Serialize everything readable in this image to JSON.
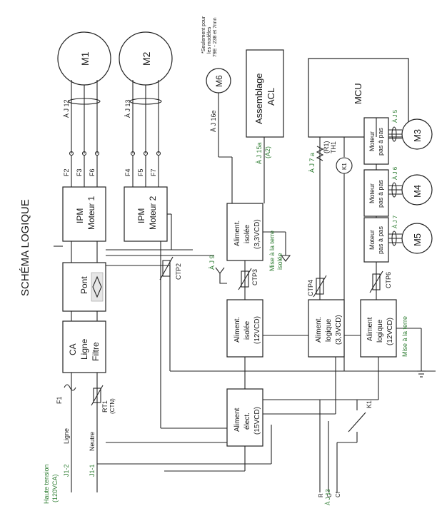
{
  "diagram": {
    "title": "SCHÉMA LOGIQUE",
    "motors": {
      "m1": "M1",
      "m2": "M2",
      "m3": "M3",
      "m4": "M4",
      "m5": "M5",
      "m6": "M6"
    },
    "blocks": {
      "ipm1_a": "IPM",
      "ipm1_b": "Moteur 1",
      "ipm2_a": "IPM",
      "ipm2_b": "Moteur 2",
      "pont": "Pont",
      "ca_filter_a": "CA",
      "ca_filter_b": "Ligne",
      "ca_filter_c": "Filtre",
      "alim_iso33_a": "Aliment.",
      "alim_iso33_b": "isolée",
      "alim_iso33_c": "(3,3VCD)",
      "alim_iso12_a": "Aliment.",
      "alim_iso12_b": "isolée",
      "alim_iso12_c": "(12VCD)",
      "alim_log33_a": "Aliment.",
      "alim_log33_b": "logique",
      "alim_log33_c": "(3,3VCD)",
      "alim_log12_a": "Aliment",
      "alim_log12_b": "logique",
      "alim_log12_c": "(12VCD)",
      "alim_elec_a": "Aliment",
      "alim_elec_b": "élect.",
      "alim_elec_c": "(15VCD)",
      "acl_a": "Assemblage",
      "acl_b": "ACL",
      "mcu": "MCU",
      "mp1_a": "Moteur",
      "mp1_b": "pas à pas",
      "mp2_a": "Moteur",
      "mp2_b": "pas à pas",
      "mp3_a": "Moteur",
      "mp3_b": "pas à pas"
    },
    "labels": {
      "aj12": "À J 12",
      "aj13": "À J 13",
      "aj16e": "À J 16e",
      "aj15a": "À J 15a",
      "a2": "(A2)",
      "aj17a": "À J 7 a",
      "aj15": "À J 5",
      "aj16": "À J 6",
      "aj17": "À J 7",
      "aj19": "À J 9",
      "aj113": "À J 13",
      "r1": "(R1)",
      "th1": "TH1",
      "k1": "K1",
      "k1b": "K1",
      "ctp2": "CTP2",
      "ctp3": "CTP3",
      "ctp4": "CTP4",
      "ctp6": "CTP6",
      "f1": "F1",
      "f2": "F2",
      "f3": "F3",
      "f4": "F4",
      "f5": "F5",
      "f6": "F6",
      "f7": "F7",
      "rt1": "RT1",
      "ctn": "(CTN)",
      "ligne": "Ligne",
      "neutre": "Neutre",
      "j12": "J1-2",
      "j11": "J1-1",
      "haute_a": "Haute tension",
      "haute_b": "(120VCA)",
      "terre_iso_a": "Mise à la terre",
      "terre_iso_b": "isolée",
      "terre": "Mise à la terre",
      "note_a": "*Seulement pour",
      "note_b": "les modèles",
      "note_c": "79E - 238 et 7nnn",
      "pin_r": "R",
      "pin_c": "C",
      "pin_cf": "Cf"
    }
  }
}
